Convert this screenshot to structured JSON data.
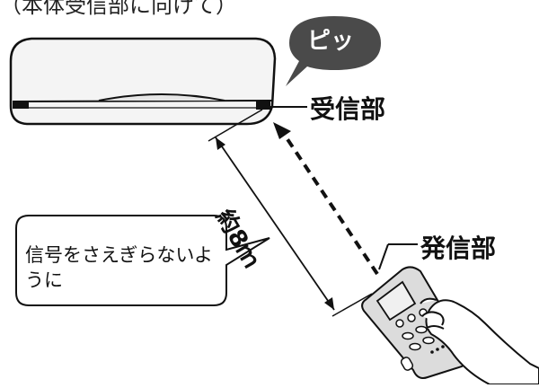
{
  "caption_top": "（本体受信部に向けて）",
  "labels": {
    "receiver": "受信部",
    "transmitter": "発信部",
    "distance": "約8ｍ",
    "beep": "ピッ"
  },
  "callout": {
    "text": "信号をさえぎらないように"
  }
}
